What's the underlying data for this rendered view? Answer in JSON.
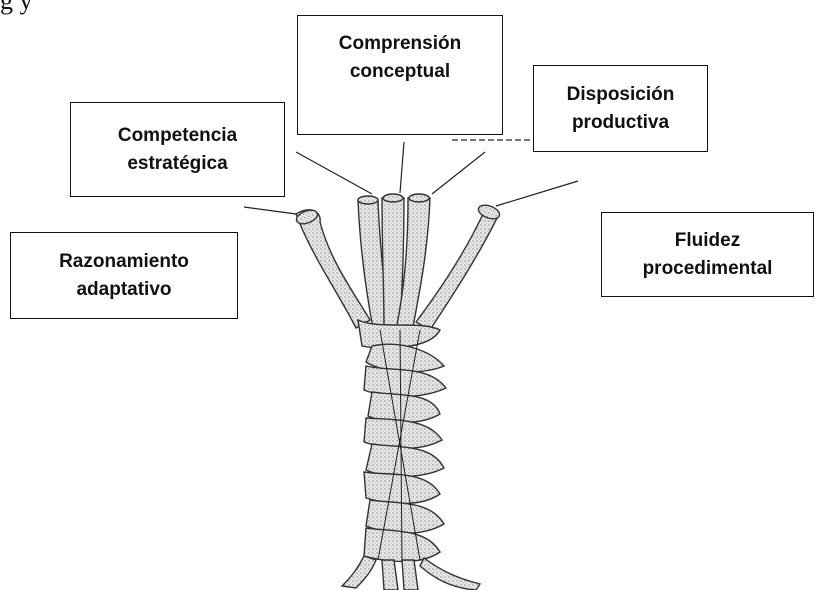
{
  "header_fragment": "g  y",
  "labels": {
    "comprension": "Comprensión\nconceptual",
    "disposicion": "Disposición\nproductiva",
    "estrategica": "Competencia\nestratégica",
    "fluidez": "Fluidez\nprocedimental",
    "razonamiento": "Razonamiento\nadaptativo"
  },
  "colors": {
    "border": "#111111",
    "rope_fill": "#d9d9d9",
    "rope_stroke": "#333333"
  }
}
